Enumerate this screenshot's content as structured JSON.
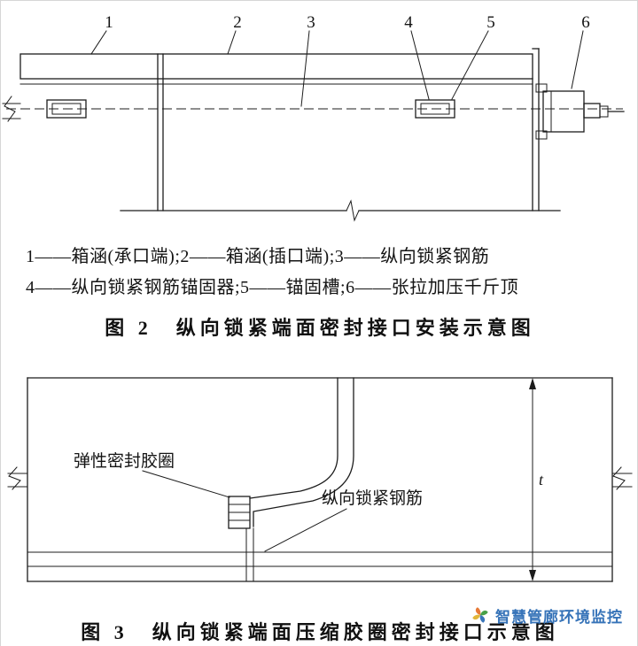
{
  "figure2": {
    "callouts": [
      "1",
      "2",
      "3",
      "4",
      "5",
      "6"
    ],
    "legend": {
      "line1": "1——箱涵(承口端);2——箱涵(插口端);3——纵向锁紧钢筋",
      "line2": "4——纵向锁紧钢筋锚固器;5——锚固槽;6——张拉加压千斤顶"
    },
    "caption": "图 2　纵向锁紧端面密封接口安装示意图"
  },
  "figure3": {
    "labels": {
      "seal": "弹性密封胶圈",
      "rebar": "纵向锁紧钢筋",
      "dimension": "t"
    },
    "caption": "图 3　纵向锁紧端面压缩胶圈密封接口示意图"
  },
  "watermark": {
    "text": "智慧管廊环境监控",
    "text_color": "#2c6cb5",
    "logo_colors": [
      "#e6732d",
      "#3f9b3f",
      "#2f6eb6",
      "#e0b32f"
    ]
  },
  "colors": {
    "line": "#1c1c1c",
    "background": "#ffffff"
  }
}
